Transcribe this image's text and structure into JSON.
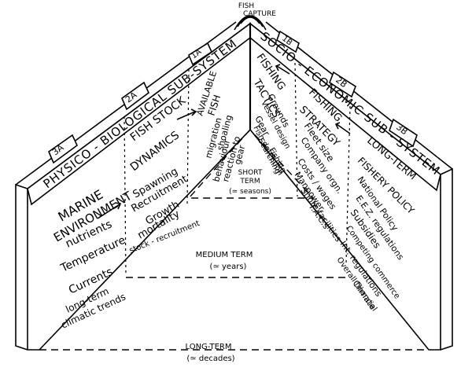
{
  "top_label": {
    "line1": "FISH",
    "line2": "CAPTURE"
  },
  "left_wall": {
    "header": "PHYSICO - BIOLOGICAL SUB-SYSTEM",
    "tabs": [
      "3A",
      "2A",
      "1A"
    ],
    "col1": {
      "heading_a": "MARINE",
      "heading_b": "ENVIRONMENT",
      "items": [
        "nutrients",
        "Temperature",
        "Currents",
        "long-term",
        "climatic trends"
      ]
    },
    "col2": {
      "heading_a": "FISH STOCK",
      "heading_b": "DYNAMICS",
      "items": [
        "Spawning",
        "Recruitment",
        "Growth",
        "mortality",
        "stock - recruitment"
      ]
    },
    "col3": {
      "heading_a": "AVAILABLE",
      "heading_b": "FISH",
      "items": [
        "migration",
        "shoaling",
        "behaviour",
        "reaction to",
        "gear"
      ]
    }
  },
  "right_wall": {
    "header": "SOCIO - ECONOMIC SUB - SYSTEM",
    "tabs": [
      "1B",
      "2B",
      "3B"
    ],
    "col1": {
      "heading_a": "FISHING",
      "heading_b": "TACTICS",
      "items": [
        "Grounds",
        "Vessel design",
        "Gear",
        "Fish detection",
        "Searching",
        "Fishing"
      ]
    },
    "col2": {
      "heading_a": "FISHING",
      "heading_b": "STRATEGY",
      "items": [
        "Fleet size",
        "Company orgn.",
        "Costs / wages",
        "Manpower",
        "Shore facilities",
        "T.A.C.s"
      ]
    },
    "col3": {
      "heading_a": "LONG-TERM",
      "heading_b": "FISHERY POLICY",
      "items": [
        "National Policy",
        "E.E.Z. regulations",
        "Subsidies",
        "Competing commerce",
        "Int. regulations",
        "Overall financial",
        "Climate"
      ]
    }
  },
  "terms": {
    "short": {
      "label": "SHORT",
      "label2": "TERM",
      "sub": "(≃ seasons)"
    },
    "medium": {
      "label": "MEDIUM TERM",
      "sub": "(≃ years)"
    },
    "long": {
      "label": "LONG-TERM",
      "sub": "(≃ decades)"
    }
  }
}
